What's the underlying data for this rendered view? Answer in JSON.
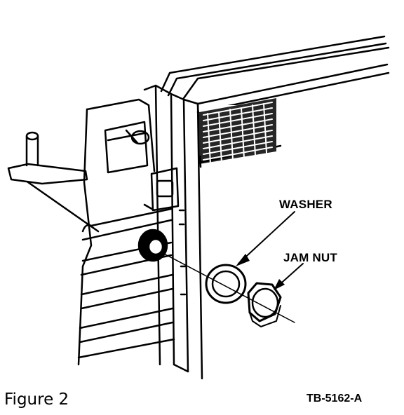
{
  "diagram": {
    "callouts": {
      "washer": "WASHER",
      "jam_nut": "JAM NUT"
    },
    "caption": "Figure 2",
    "reference_code": "TB-5162-A"
  },
  "colors": {
    "ink": "#000000",
    "paper": "#ffffff"
  }
}
